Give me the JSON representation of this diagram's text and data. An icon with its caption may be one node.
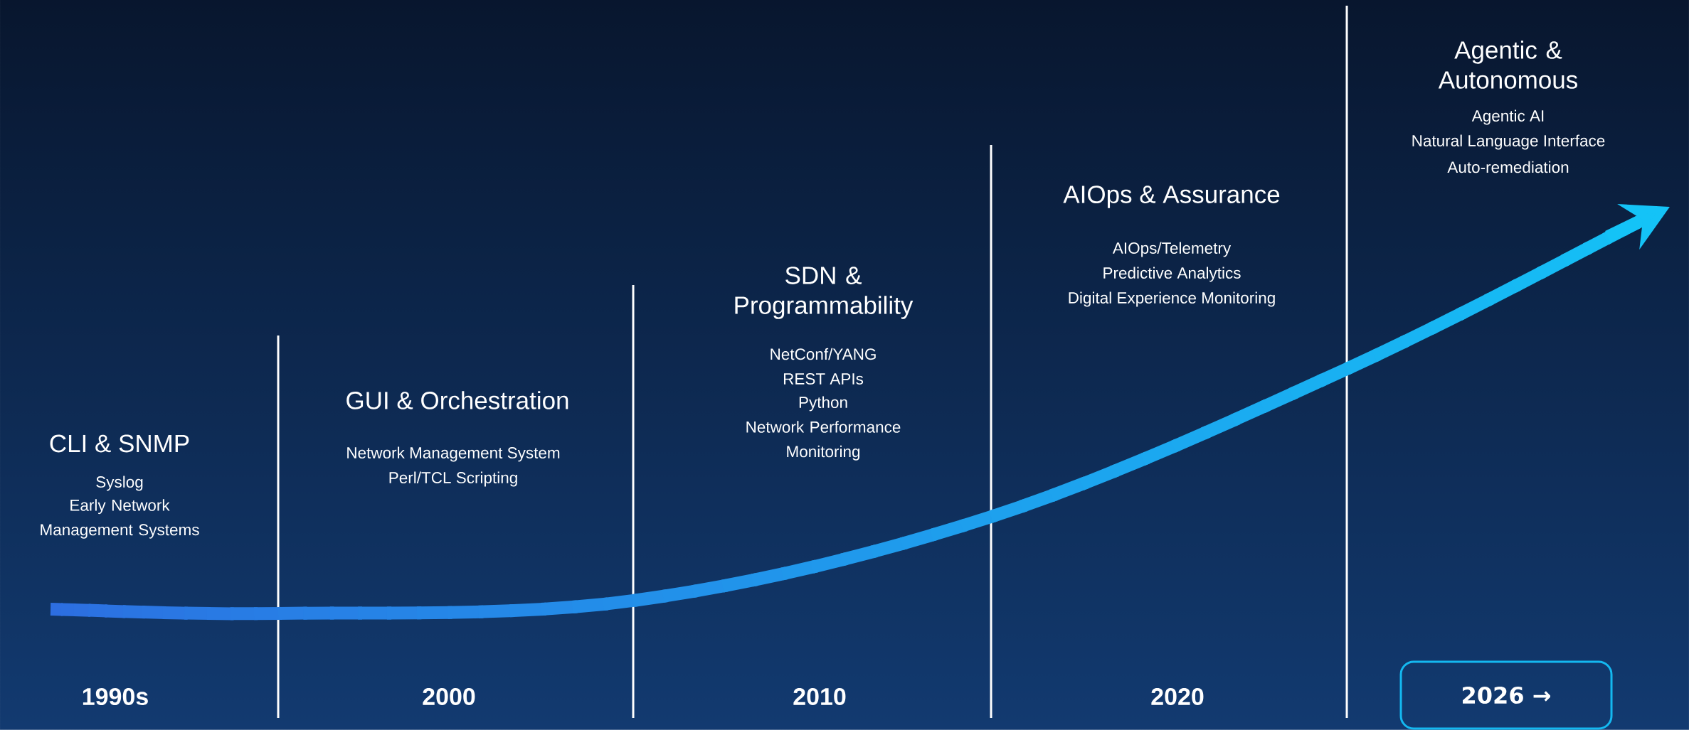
{
  "diagram": {
    "nodes": [
      {
        "text": [
          "2026 →"
        ]
      }
    ],
    "labels": [
      "CLI & SNMP",
      "Syslog",
      "Early Network Management Systems",
      "GUI & Orchestration",
      "Network Management System",
      "Perl/TCL Scripting",
      "SDN & Programmability",
      "NetConf/YANG",
      "REST APIs",
      "Python",
      "Network Performance Monitoring",
      "AIOps & Assurance",
      "AIOps/Telemetry",
      "Predictive Analytics",
      "Digital Experience Monitoring",
      "Agentic & Autonomous",
      "Agentic AI",
      "Natural Language Interface",
      "Auto-remediation",
      "1990s",
      "2000",
      "2010",
      "2020"
    ]
  }
}
